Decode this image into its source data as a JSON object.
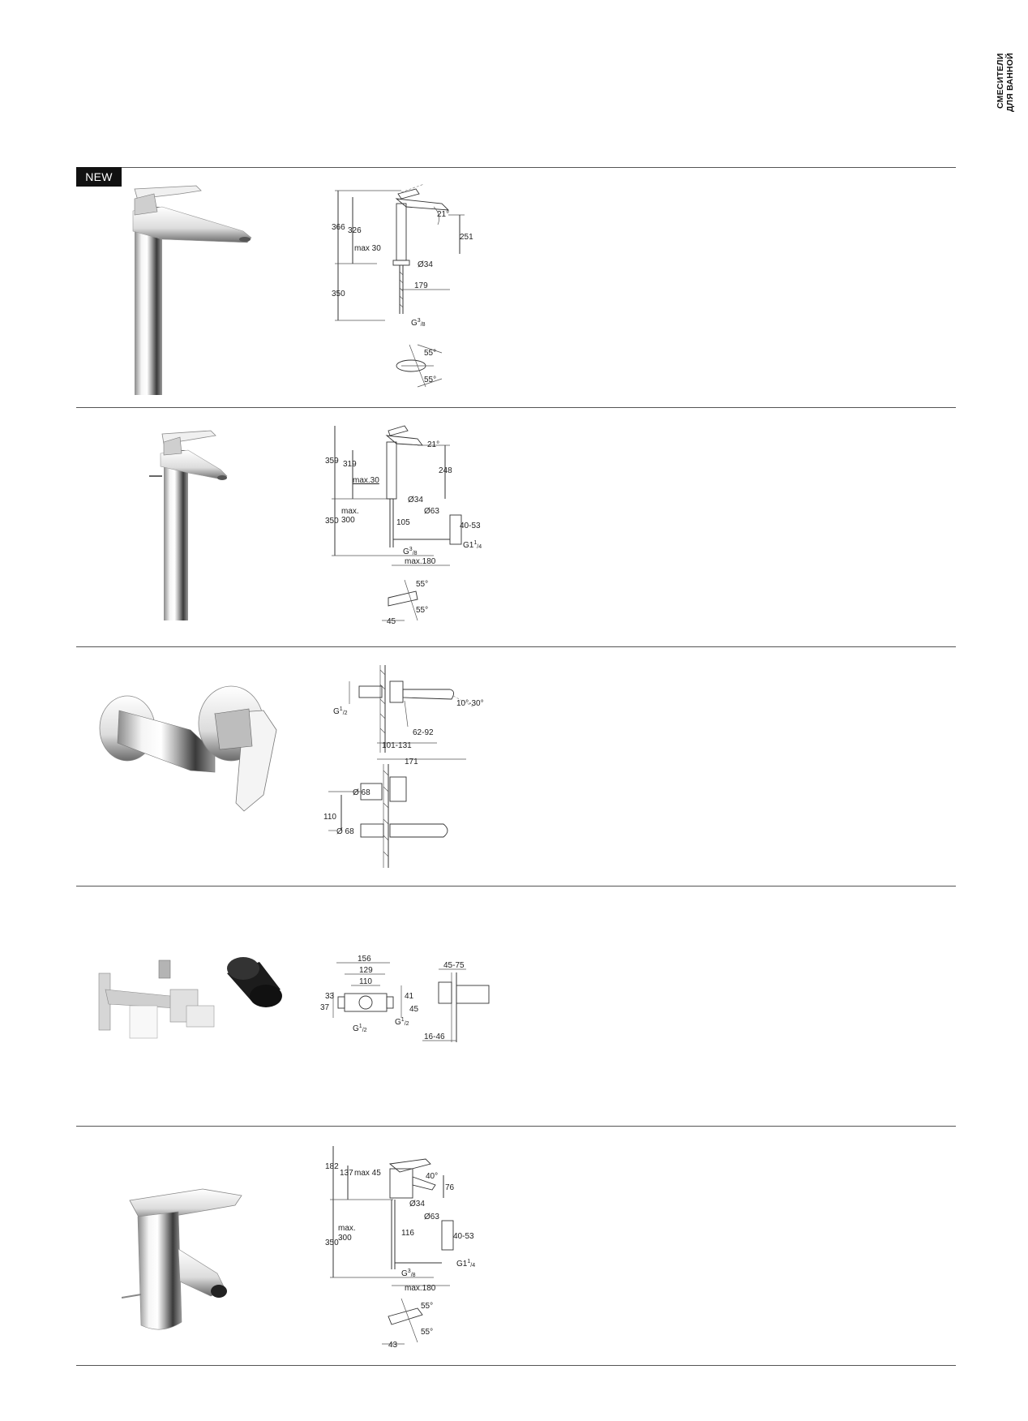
{
  "side_tab": {
    "line1": "СМЕСИТЕЛИ",
    "line2": "ДЛЯ ВАННОЙ"
  },
  "rows": [
    {
      "badge": "NEW",
      "dims": {
        "h_total": "366",
        "h_body": "326",
        "max_thick": "max 30",
        "angle": "21°",
        "spout_h": "251",
        "diameter": "Ø34",
        "base_h": "350",
        "reach": "179",
        "thread": "G",
        "thread_sup": "3",
        "thread_sub": "/8",
        "rot_a": "55°",
        "rot_b": "55°"
      }
    },
    {
      "dims": {
        "h_total": "359",
        "h_body": "319",
        "max_thick": "max.30",
        "angle": "21°",
        "spout_h": "248",
        "diameter": "Ø34",
        "waste_d": "Ø63",
        "base_h": "350",
        "max_label": "max.",
        "max_val": "300",
        "offset": "105",
        "waste_h": "40-53",
        "waste_thread": "G1",
        "waste_thread_sup": "1",
        "waste_thread_sub": "/4",
        "thread": "G",
        "thread_sup": "3",
        "thread_sub": "/8",
        "reach": "max.180",
        "rot_a": "55°",
        "rot_b": "55°",
        "offset2": "45"
      }
    },
    {
      "dims": {
        "thread": "G",
        "thread_sup": "1",
        "thread_sub": "/2",
        "angle": "10°-30°",
        "projection": "62-92",
        "range": "101-131",
        "length": "171",
        "d1": "Ø 68",
        "spacing": "110",
        "d2": "Ø 68"
      }
    },
    {
      "dims": {
        "w_total": "156",
        "w_mid": "129",
        "w_in": "110",
        "h_a": "33",
        "h_b": "37",
        "h_c": "41",
        "h_d": "45",
        "thread_a": "G",
        "thread_a_sup": "1",
        "thread_a_sub": "/2",
        "thread_b": "G",
        "thread_b_sup": "1",
        "thread_b_sub": "/2",
        "depth": "45-75",
        "depth2": "16-46"
      }
    },
    {
      "dims": {
        "h_total": "182",
        "h_body": "137",
        "max_thick": "max 45",
        "angle": "40°",
        "spout_h": "76",
        "diameter": "Ø34",
        "waste_d": "Ø63",
        "base_h": "350",
        "max_label": "max.",
        "max_val": "300",
        "offset": "116",
        "waste_h": "40-53",
        "waste_thread": "G1",
        "waste_thread_sup": "1",
        "waste_thread_sub": "/4",
        "thread": "G",
        "thread_sup": "3",
        "thread_sub": "/8",
        "reach": "max.180",
        "rot_a": "55°",
        "rot_b": "55°",
        "offset2": "43"
      }
    }
  ]
}
